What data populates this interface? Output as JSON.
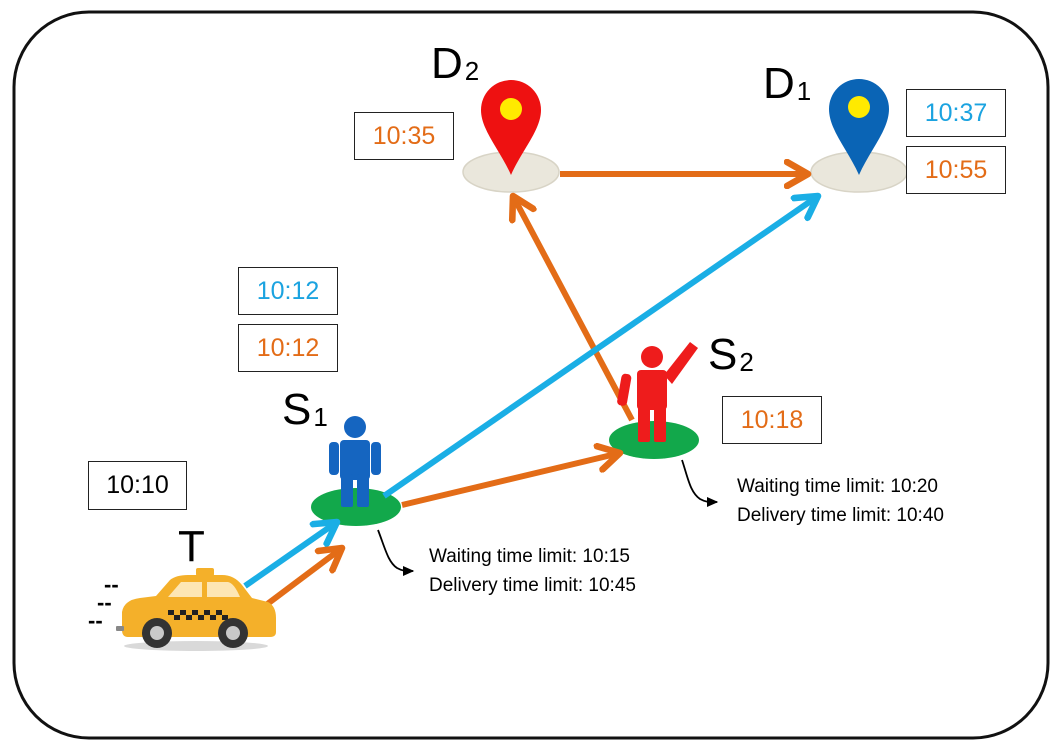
{
  "colors": {
    "blue_route": "#1aaee5",
    "orange_route": "#e36c17",
    "passenger1": "#1565c0",
    "passenger2": "#ee1c1c",
    "pickup_disk": "#12a84b",
    "pin_red": "#ee1111",
    "pin_blue": "#0a64b5",
    "pin_dot": "#ffea00",
    "taxi": "#f4b02a",
    "blue_text": "#1ba3e0",
    "orange_text": "#e36c17"
  },
  "taxi": {
    "label": "T",
    "time": "10:10",
    "speed_marks": [
      "--",
      "--",
      "--"
    ],
    "icon": "taxi-icon"
  },
  "passenger1": {
    "label": "S",
    "subscript": "1",
    "time_blue": "10:12",
    "time_orange": "10:12",
    "waiting_limit": "Waiting time limit: 10:15",
    "delivery_limit": "Delivery time limit: 10:45",
    "icon": "person-icon"
  },
  "passenger2": {
    "label": "S",
    "subscript": "2",
    "time_orange": "10:18",
    "waiting_limit": "Waiting time limit: 10:20",
    "delivery_limit": "Delivery time limit: 10:40",
    "icon": "person-waving-icon"
  },
  "destination1": {
    "label": "D",
    "subscript": "1",
    "time_blue": "10:37",
    "time_orange": "10:55",
    "icon": "map-pin-icon"
  },
  "destination2": {
    "label": "D",
    "subscript": "2",
    "time_orange": "10:35",
    "icon": "map-pin-icon"
  }
}
